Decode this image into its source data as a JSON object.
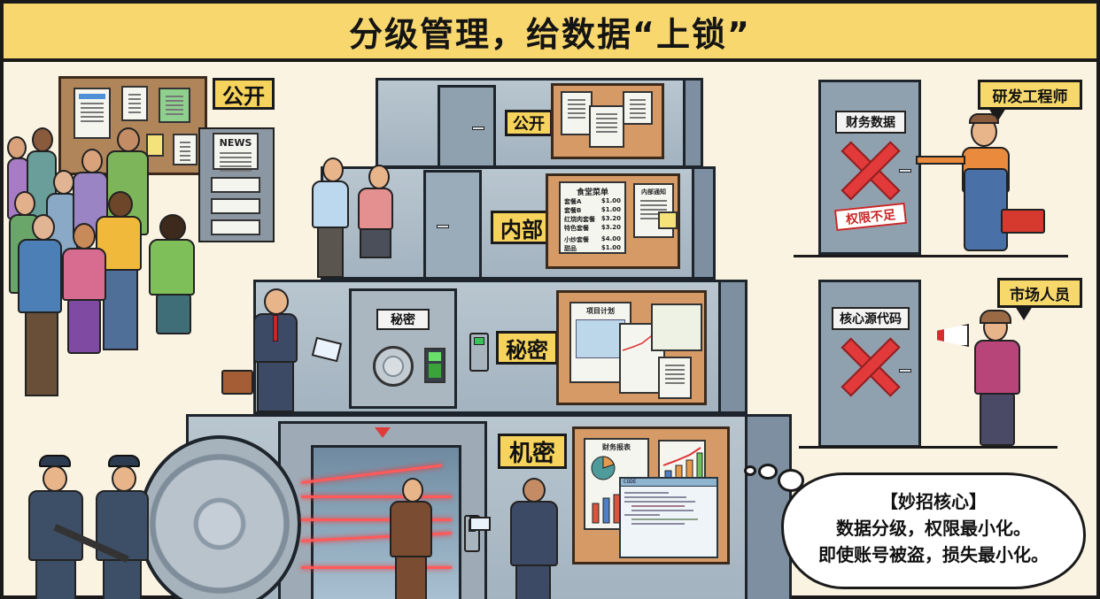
{
  "title": "分级管理，给数据“上锁”",
  "tiers": [
    {
      "label": "公开",
      "level": "public"
    },
    {
      "label": "内部",
      "level": "internal"
    },
    {
      "label": "秘密",
      "level": "secret"
    },
    {
      "label": "机密",
      "level": "confidential"
    }
  ],
  "public_area": {
    "label": "公开",
    "newsstand_text": "NEWS"
  },
  "internal_board": {
    "menu_title": "食堂菜单",
    "menu_items": [
      {
        "name": "套餐A",
        "price": "$1.00"
      },
      {
        "name": "套餐B",
        "price": "$1.00"
      },
      {
        "name": "红烧肉套餐",
        "price": "$3.20"
      },
      {
        "name": "特色套餐",
        "price": "$3.20"
      },
      {
        "name": "小炒套餐",
        "price": "$4.00"
      },
      {
        "name": "甜品",
        "price": "$1.00"
      }
    ],
    "notice_title": "内部通知"
  },
  "secret_area": {
    "safe_plate": "秘密",
    "doc_title": "项目计划"
  },
  "confidential_area": {
    "doc_title": "财务报表",
    "code_window_title": "CODE"
  },
  "denied_doors": [
    {
      "door_sign": "财务数据",
      "stamp": "权限不足",
      "role_bubble": "研发工程师"
    },
    {
      "door_sign": "核心源代码",
      "role_bubble": "市场人员"
    }
  ],
  "thought_cloud": {
    "heading": "【妙招核心】",
    "line1": "数据分级，权限最小化。",
    "line2": "即使账号被盗，损失最小化。"
  },
  "colors": {
    "title_bg": "#f8d76e",
    "label_bg": "#f6d35c",
    "deny_red": "#e2393a",
    "tier_steel": "#a3b3bf",
    "cork": "#d69a66",
    "laser": "#ff5a5a"
  }
}
